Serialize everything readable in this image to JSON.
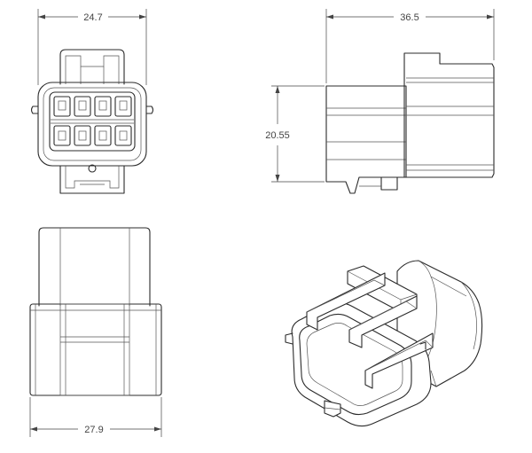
{
  "dimensions": {
    "front_width": "24.7",
    "side_length": "36.5",
    "side_height": "20.55",
    "top_width": "27.9"
  },
  "colors": {
    "line": "#2b2b2b",
    "dimension": "#444444",
    "background": "#ffffff"
  }
}
